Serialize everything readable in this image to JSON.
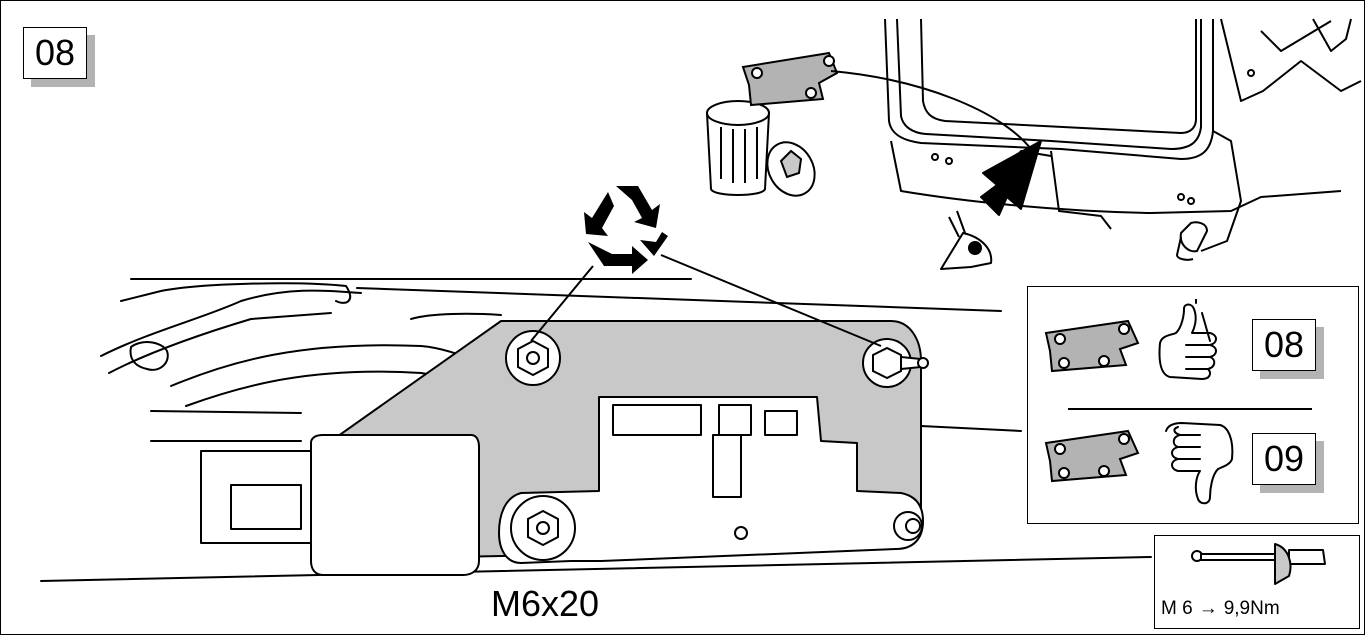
{
  "step": {
    "number": "08"
  },
  "fastener": {
    "label": "M6x20"
  },
  "decision": {
    "ok": {
      "goto": "08",
      "hand": "thumb-up-icon"
    },
    "not_ok": {
      "goto": "09",
      "hand": "thumb-down-icon"
    }
  },
  "torque": {
    "size": "M 6",
    "arrow": "→",
    "value": "9,9Nm"
  },
  "icons": {
    "recycle": "recycle-icon",
    "waste_bin": "waste-bin-icon",
    "inspect": "eye-icon",
    "direction": "arrow-icon",
    "wrench": "torque-wrench-icon",
    "bracket": "bracket-icon"
  },
  "colors": {
    "part_fill": "#c8c8c8",
    "badge_shadow": "#b3b3b3",
    "line": "#000000"
  }
}
